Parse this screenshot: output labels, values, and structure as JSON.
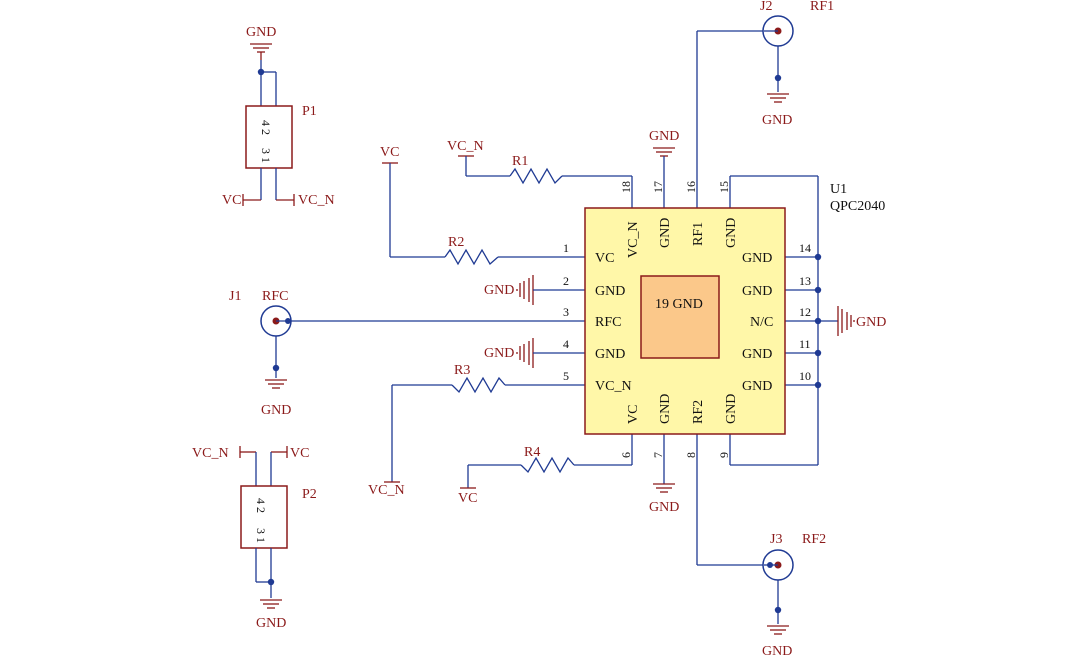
{
  "colors": {
    "wire": "#1f3a93",
    "symbol": "#8b1a1a",
    "ic_body": "#fff7a8",
    "ic_border": "#8b1a1a",
    "pad": "#fbc88a"
  },
  "ic": {
    "designator": "U1",
    "part": "QPC2040",
    "pad_label": "19 GND",
    "left_pins": [
      {
        "num": "1",
        "name": "VC"
      },
      {
        "num": "2",
        "name": "GND"
      },
      {
        "num": "3",
        "name": "RFC"
      },
      {
        "num": "4",
        "name": "GND"
      },
      {
        "num": "5",
        "name": "VC_N"
      }
    ],
    "right_pins": [
      {
        "num": "14",
        "name": "GND"
      },
      {
        "num": "13",
        "name": "GND"
      },
      {
        "num": "12",
        "name": "N/C"
      },
      {
        "num": "11",
        "name": "GND"
      },
      {
        "num": "10",
        "name": "GND"
      }
    ],
    "top_pins": [
      {
        "num": "18",
        "name": "VC_N"
      },
      {
        "num": "17",
        "name": "GND"
      },
      {
        "num": "16",
        "name": "RF1"
      },
      {
        "num": "15",
        "name": "GND"
      }
    ],
    "bottom_pins": [
      {
        "num": "6",
        "name": "VC"
      },
      {
        "num": "7",
        "name": "GND"
      },
      {
        "num": "8",
        "name": "RF2"
      },
      {
        "num": "9",
        "name": "GND"
      }
    ]
  },
  "resistors": [
    "R1",
    "R2",
    "R3",
    "R4"
  ],
  "connectors": {
    "J1": {
      "designator": "J1",
      "net": "RFC"
    },
    "J2": {
      "designator": "J2",
      "net": "RF1"
    },
    "J3": {
      "designator": "J3",
      "net": "RF2"
    }
  },
  "headers": {
    "P1": {
      "designator": "P1",
      "pins_top": "4 2",
      "pins_bottom": "3 1"
    },
    "P2": {
      "designator": "P2",
      "pins_top": "4 2",
      "pins_bottom": "3 1"
    }
  },
  "nets": {
    "gnd": "GND",
    "vc": "VC",
    "vc_n": "VC_N"
  }
}
